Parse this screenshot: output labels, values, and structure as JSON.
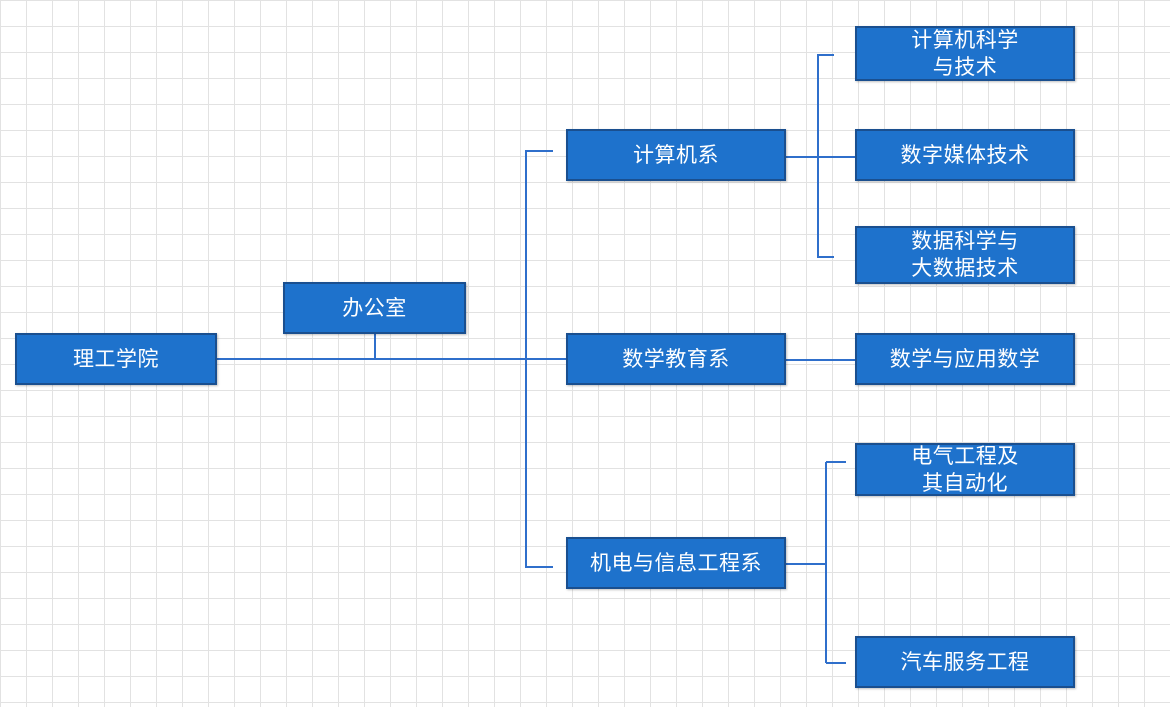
{
  "diagram": {
    "root": {
      "label": "理工学院"
    },
    "office": {
      "label": "办公室"
    },
    "departments": [
      {
        "label": "计算机系",
        "majors": [
          {
            "lines": [
              "计算机科学",
              "与技术"
            ]
          },
          {
            "lines": [
              "数字媒体技术"
            ]
          },
          {
            "lines": [
              "数据科学与",
              "大数据技术"
            ]
          }
        ]
      },
      {
        "label": "数学教育系",
        "majors": [
          {
            "lines": [
              "数学与应用数学"
            ]
          }
        ]
      },
      {
        "label": "机电与信息工程系",
        "majors": [
          {
            "lines": [
              "电气工程及",
              "其自动化"
            ]
          },
          {
            "lines": [
              "汽车服务工程"
            ]
          }
        ]
      }
    ],
    "colors": {
      "node_fill": "#1e72cc",
      "node_border": "#1a4f8f",
      "connector": "#2f6fcb",
      "text": "#ffffff"
    }
  }
}
